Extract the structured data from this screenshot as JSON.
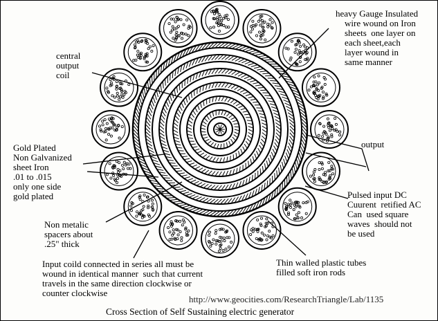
{
  "labels": {
    "heavy_gauge": "heavy Gauge Insulated\n    wire wound on Iron\n    sheets  one layer on\n    each sheet,each\n    layer wound in\n    same manner",
    "central_coil": "central\noutput\ncoil",
    "gold_plated": "Gold Plated\nNon Galvanized\nsheet Iron\n.01 to .015\nonly one side\ngold plated",
    "output": "output",
    "pulsed_input": "Pulsed input DC\nCuurent  retified AC\nCan  used square\nwaves  should not\nbe used",
    "spacers": "Non metalic\nspacers about\n.25\" thick",
    "input_coils": "Input coild connected in series all must be\nwound in identical manner  such that current\ntravels in the same direction clockwise or\ncounter clockwise",
    "plastic_tubes": "Thin walled plastic tubes\nfilled soft iron rods"
  },
  "url": "http://www.geocities.com/ResearchTriangle/Lab/1135",
  "caption": "Cross Section of Self Sustaining electric generator"
}
